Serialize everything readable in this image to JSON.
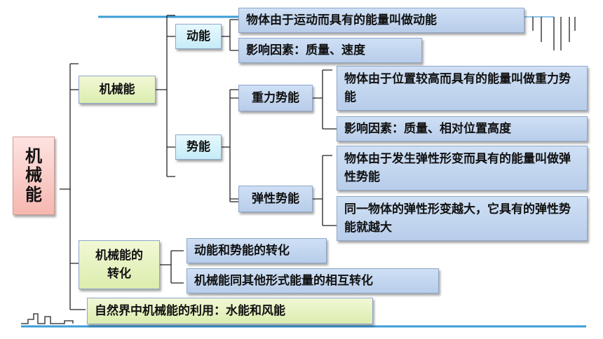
{
  "root": "机械能",
  "branch1": {
    "label": "机械能",
    "kinetic": {
      "label": "动能",
      "definition": "物体由于运动而具有的能量叫做动能",
      "factors": "影响因素：质量、速度"
    },
    "potential": {
      "label": "势能",
      "gravity": {
        "label": "重力势能",
        "definition": "物体由于位置较高而具有的能量叫做重力势能",
        "factors": "影响因素：质量、相对位置高度"
      },
      "elastic": {
        "label": "弹性势能",
        "definition": "物体由于发生弹性形变而具有的能量叫做弹性势能",
        "relation": "同一物体的弹性形变越大，它具有的弹性势能就越大"
      }
    }
  },
  "branch2": {
    "label": "机械能的转化",
    "item1": "动能和势能的转化",
    "item2": "机械能同其他形式能量的相互转化"
  },
  "branch3": {
    "label": "自然界中机械能的利用：水能和风能"
  }
}
